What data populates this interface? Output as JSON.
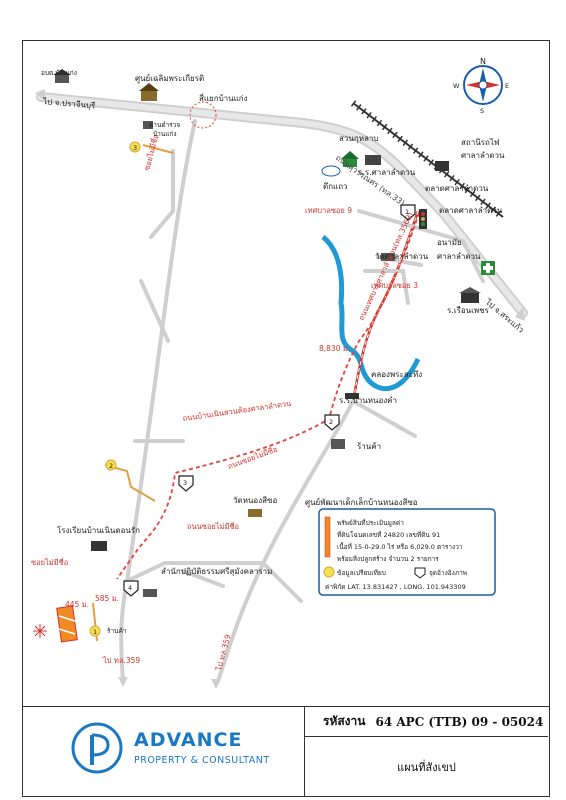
{
  "map": {
    "places": {
      "school_bannongkhat": "อบต.บ้านเก่ง",
      "bannong_center": "ศูนย์เฉลิมพระเกียรติ",
      "sanyak": "สี่แยกบ้านแก่ง",
      "checkpoint": "ด่านตำรวจ",
      "checkpoint2": "บ้านแก่ง",
      "to_prachinburi": "ไป จ.ปราจีนบุรี",
      "suan": "สวนกุหลาบ",
      "rr_sala": "ร.ร.ศาลาลำดวน",
      "bank": "ตึกแถว",
      "station_title": "สถานีรถไฟ",
      "station_name": "ศาลาลำดวน",
      "market1": "ตลาดศาลาลำดวน",
      "market2": "ตลาดศาลาลำดวน",
      "tesaban9": "เทศบาลซอย 9",
      "wat_sala": "วัดศาลาลำดวน",
      "anamai_title": "อนามัย",
      "anamai_name": "ศาลาลำดวน",
      "tesaban3": "เทศบาลซอย 3",
      "police": "ร.เรือนเพชร",
      "to_sa_kaeo": "ไป จ.สระแก้ว",
      "distance": "8,830 ม.",
      "khlong": "คลองพระสะทึง",
      "rr_bannongkha": "ร.ร.บ้านหนองคำ",
      "rankha": "ร้านค้า",
      "road_sala": "ถนนบ้านเนินสวนต้องศาลาลำดวน",
      "road_nokmaicho": "ถนนซอยไม่มีชื่อ",
      "wat_nongsisoi": "วัดหนองสีซอ",
      "center_child": "ศูนย์พัฒนาเด็กเล็กบ้านหนองสีซอ",
      "school_noen": "โรงเรียนบ้านเนินดอนรัก",
      "road_nokmaicho2": "ถนนซอยไม่มีชื่อ",
      "office": "สำนักปฏิบัติธรรมศรีสุมังคลาราม",
      "soi_nameless": "ซอยไม่มีชื่อ",
      "rankha2": "ร้านค้า",
      "to_359_a": "ไป ทล.359",
      "to_359_b": "ไป ทล.359",
      "soi_side": "ซอยไม่มีชื่อ",
      "rd_sala_vert": "ถนนเทศบาลศาลาลำดวน(ทล.3569)",
      "rd_main_diag": "ถนนสุวรรณศร (ทล.33)",
      "dist_a": "445 ม.",
      "dist_b": "585 ม."
    },
    "markers": [
      "1",
      "2",
      "3",
      "4"
    ],
    "orange_markers": [
      "1",
      "2",
      "3"
    ],
    "colors": {
      "road_red": "#d0342c",
      "water_blue": "#1e9ad6",
      "dashed_red": "#e0463c"
    }
  },
  "legend": {
    "line1": "พรัพย์สินที่ประเมินมูลค่า",
    "line2": "ที่ดินโฉนดเลขที่ 24820 เลขที่ดิน 91",
    "line3": "เนื้อที่ 15-0-29.0 ไร่ หรือ 6,029.0 ตารางวา",
    "line4": "พร้อมสิ่งปลูกสร้าง จำนวน 2 รายการ",
    "line5_a": "ข้อมูลเปรียบเทียบ",
    "line5_b": "จุดอ้างอิงภาพ",
    "line6": "ค่าพิกัด LAT. 13.831427 , LONG. 101.943309"
  },
  "compass": {
    "n": "N",
    "e": "E",
    "s": "S",
    "w": "W"
  },
  "footer": {
    "company": "ADVANCE",
    "company_sub": "PROPERTY & CONSULTANT",
    "code_label": "รหัสงาน",
    "code_value": "64 APC (TTB) 09 - 05024",
    "title": "แผนที่สังเขป"
  }
}
